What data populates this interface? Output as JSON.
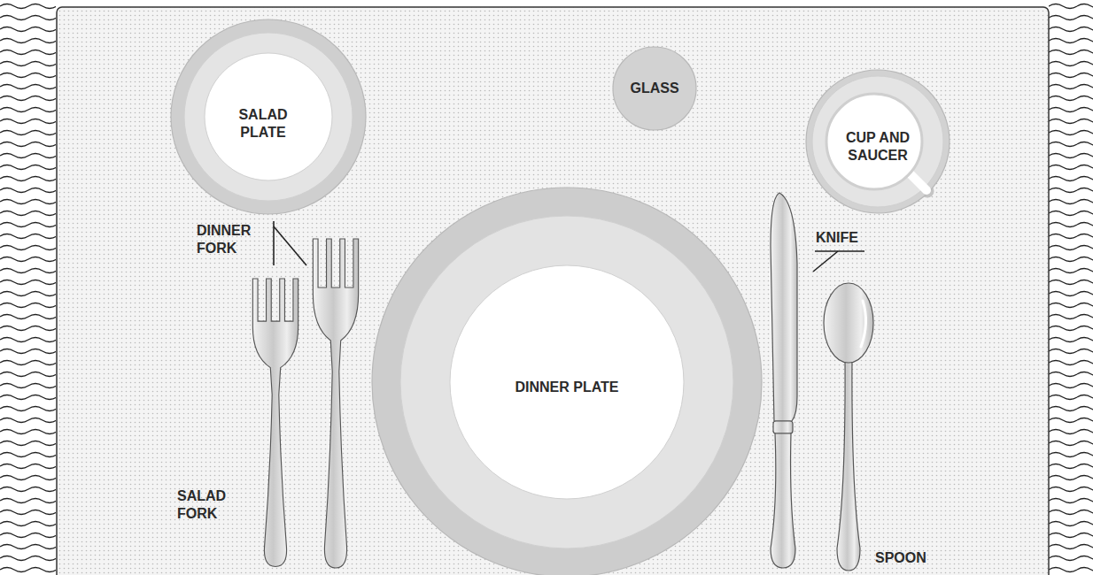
{
  "diagram": {
    "nodes": [
      {
        "text": [
          "SALAD PLATE"
        ]
      },
      {
        "text": [
          "GLASS"
        ]
      },
      {
        "text": [
          "CUP AND SAUCER"
        ]
      },
      {
        "text": [
          "DINNER PLATE"
        ]
      }
    ],
    "labels": [
      "DINNER FORK",
      "KNIFE",
      "SALAD FORK",
      "SPOON"
    ]
  }
}
